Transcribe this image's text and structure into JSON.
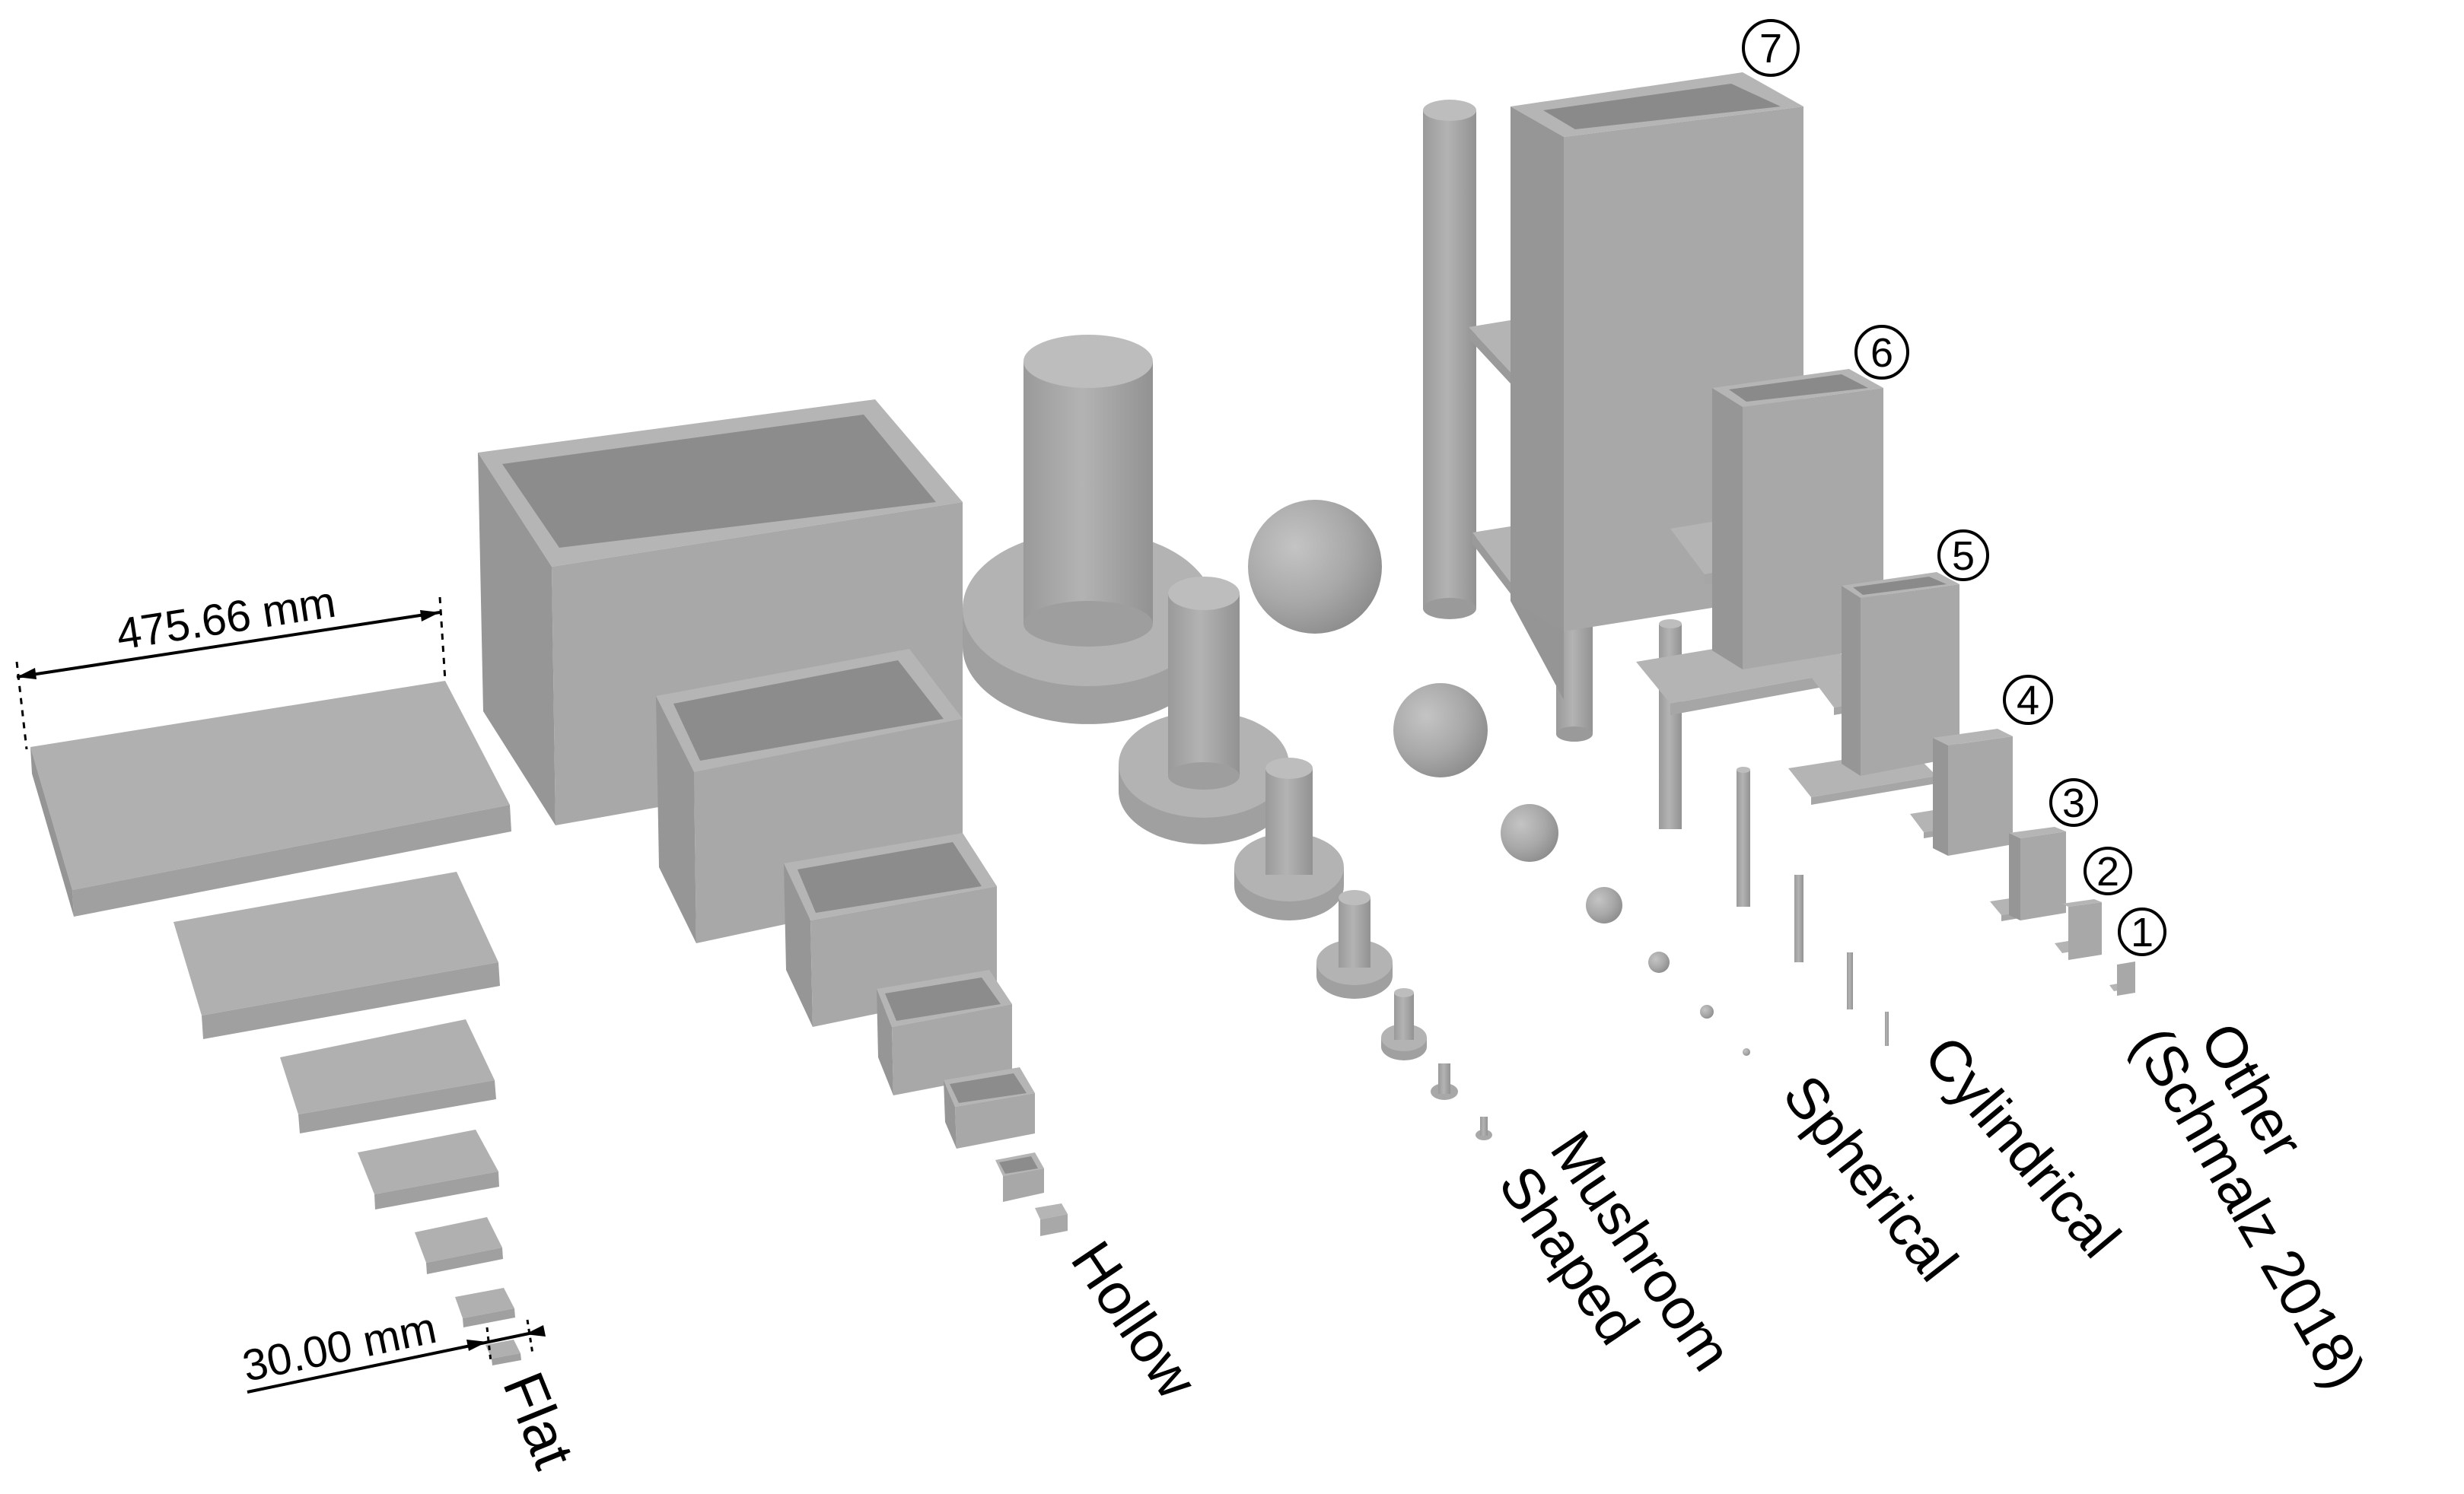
{
  "measurements": {
    "largest": "475.66 mm",
    "smallest": "30.00 mm"
  },
  "categories": {
    "flat": "Flat",
    "hollow": "Hollow",
    "mushroom_line1": "Mushroom",
    "mushroom_line2": "Shaped",
    "spherical": "Spherical",
    "cylindrical": "Cylindrical",
    "other_line1": "Other",
    "other_line2": "(Schmalz 2018)"
  },
  "size_markers": [
    "1",
    "2",
    "3",
    "4",
    "5",
    "6",
    "7"
  ],
  "colors": {
    "top": "#b1b1b1",
    "front": "#a4a4a4",
    "side": "#959595",
    "inner": "#8a8a8a",
    "ink": "#000000"
  }
}
